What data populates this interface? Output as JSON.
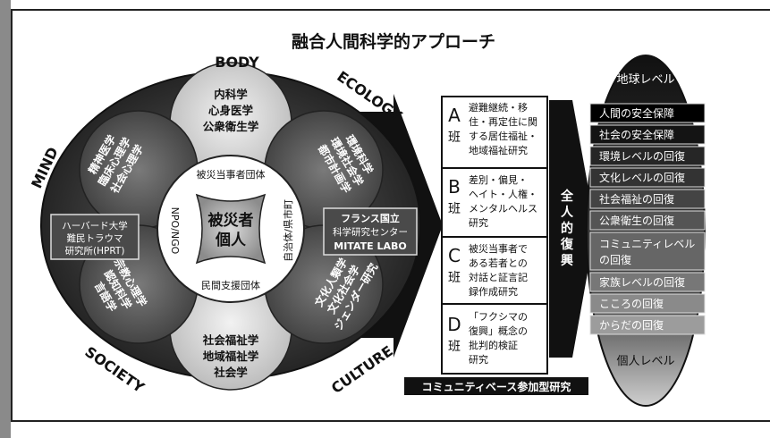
{
  "title": "融合人間科学的アプローチ",
  "dimensions": {
    "body": "BODY",
    "ecology": "ECOLOGY",
    "mind": "MIND",
    "society": "SOCIETY",
    "culture": "CULTURE"
  },
  "petals": {
    "top": [
      "内科学",
      "心身医学",
      "公衆衛生学"
    ],
    "bottom": [
      "社会福祉学",
      "地域福祉学",
      "社会学"
    ],
    "upper_left": [
      "精神医学",
      "臨床心理学",
      "社会心理学"
    ],
    "upper_right": [
      "環境科学",
      "環境社会学",
      "都市計画学"
    ],
    "lower_left": [
      "宗教心理学",
      "認知科学",
      "言語学"
    ],
    "lower_right": [
      "文化人類学",
      "文化社会学",
      "ジェンダー研究"
    ]
  },
  "ring": {
    "top": "被災当事者団体",
    "bottom": "民間支援団体",
    "left": "NPO/NGO",
    "right": "自治体/県市町"
  },
  "core": [
    "被災者",
    "個人"
  ],
  "left_box": [
    "ハーバード大学",
    "難民トラウマ",
    "研究所(HPRT)"
  ],
  "right_box": [
    "フランス国立",
    "科学研究センター",
    "MITATE LABO"
  ],
  "teams": [
    {
      "letter": "A",
      "label": "班",
      "lines": [
        "避難継続・移",
        "住・再定住に関",
        "する居住福祉・",
        "地域福祉研究"
      ]
    },
    {
      "letter": "B",
      "label": "班",
      "lines": [
        "差別・偏見・",
        "ヘイト・人権・",
        "メンタルヘルス",
        "研究"
      ]
    },
    {
      "letter": "C",
      "label": "班",
      "lines": [
        "被災当事者で",
        "ある若者との",
        "対話と証言記",
        "録作成研究"
      ]
    },
    {
      "letter": "D",
      "label": "班",
      "lines": [
        "「フクシマの",
        "復興」概念の",
        "批判的検証",
        "研究"
      ]
    }
  ],
  "vertical_label": [
    "全",
    "人",
    "的",
    "復",
    "興"
  ],
  "bottom_bar": "コミュニティベース参加型研究",
  "scale_top": "地球レベル",
  "scale_bottom": "個人レベル",
  "levels": [
    "人間の安全保障",
    "社会の安全保障",
    "環境レベルの回復",
    "文化レベルの回復",
    "社会福祉の回復",
    "公衆衛生の回復",
    [
      "コミュニティレベル",
      "の回復"
    ],
    "家族レベルの回復",
    "こころの回復",
    "からだの回復"
  ]
}
